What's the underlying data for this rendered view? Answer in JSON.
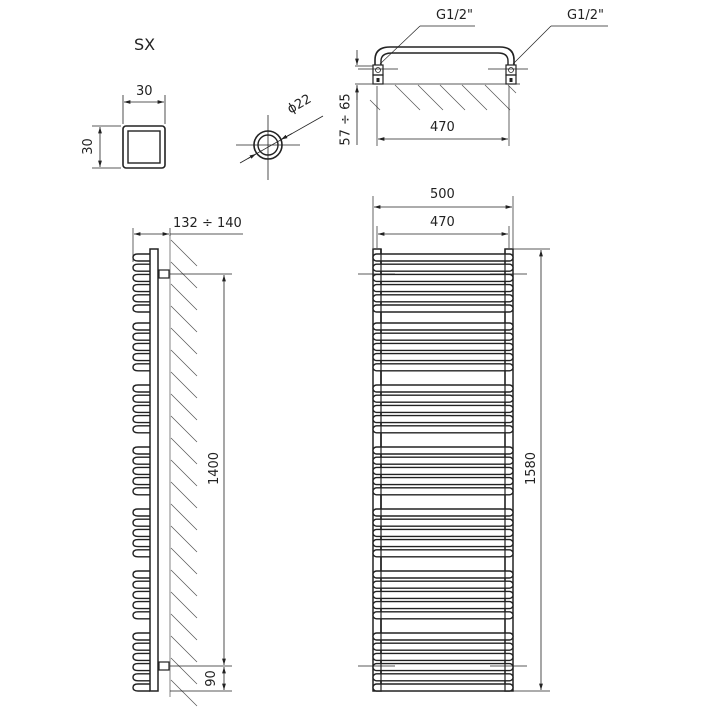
{
  "drawing": {
    "model_label": "SX",
    "profile_square": {
      "width": "30",
      "height": "30"
    },
    "pipe": {
      "diameter": "ϕ22"
    },
    "top_view": {
      "connection_left": "G1/2\"",
      "connection_right": "G1/2\"",
      "wall_distance": "57 ÷ 65",
      "axis_width": "470"
    },
    "side_view": {
      "depth": "132 ÷ 140",
      "bracket_spacing": "1400",
      "bottom_offset": "90"
    },
    "front_view": {
      "overall_width": "500",
      "axis_width": "470",
      "overall_height": "1580"
    }
  },
  "colors": {
    "line": "#222222",
    "hatch": "#555555",
    "background": "#ffffff"
  }
}
